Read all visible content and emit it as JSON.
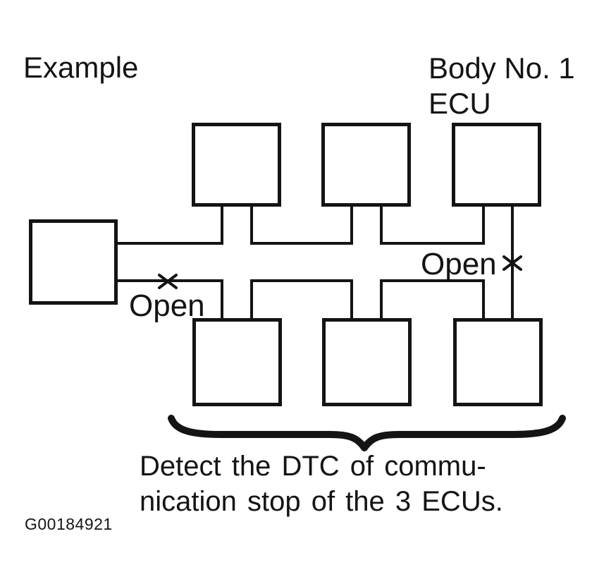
{
  "page": {
    "background_color": "#ffffff",
    "ink_color": "#141414"
  },
  "labels": {
    "example": "Example",
    "body_ecu_line1": "Body No. 1",
    "body_ecu_line2": "ECU",
    "open_left": "Open",
    "open_right": "Open",
    "open_symbol": "×",
    "caption_line1": "Detect the DTC of commu-",
    "caption_line2": "nication stop of the 3 ECUs.",
    "figure_id": "G00184921"
  },
  "diagram": {
    "type": "ecu-communication-bus-example",
    "nodes": {
      "master_node_count": 1,
      "top_row_ecu_count": 3,
      "bottom_row_ecu_count": 3,
      "labeled_node": "Body No. 1 ECU"
    },
    "fault_markers": [
      {
        "label": "Open",
        "symbol": "×",
        "location": "lower bus wire between left node and first bottom ECU branch"
      },
      {
        "label": "Open",
        "symbol": "×",
        "location": "vertical branch from Body No. 1 ECU down to bottom-right ECU"
      }
    ],
    "grouping": {
      "style": "curly-brace-down",
      "groups": "3 bottom ECUs",
      "caption": "Detect the DTC of communication stop of the 3 ECUs."
    }
  }
}
